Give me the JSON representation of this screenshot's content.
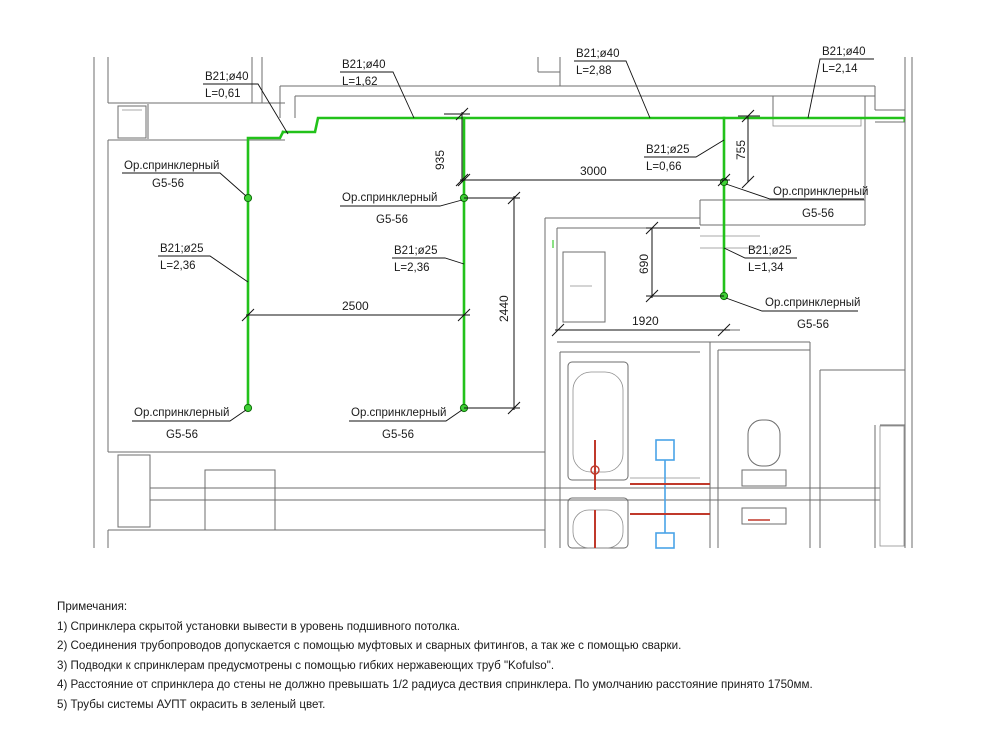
{
  "colors": {
    "pipe": "#22c21a",
    "wall": "#6d6d6d",
    "fixture_blue": "#4aa3e8",
    "fixture_red": "#c0392b"
  },
  "pipes": [
    {
      "id": "p1",
      "label": "B21;ø40",
      "length": "L=0,61"
    },
    {
      "id": "p2",
      "label": "B21;ø40",
      "length": "L=1,62"
    },
    {
      "id": "p3",
      "label": "B21;ø40",
      "length": "L=2,88"
    },
    {
      "id": "p4",
      "label": "B21;ø40",
      "length": "L=2,14"
    },
    {
      "id": "p5",
      "label": "B21;ø25",
      "length": "L=0,66"
    },
    {
      "id": "p6",
      "label": "B21;ø25",
      "length": "L=2,36"
    },
    {
      "id": "p7",
      "label": "B21;ø25",
      "length": "L=2,36"
    },
    {
      "id": "p8",
      "label": "B21;ø25",
      "length": "L=1,34"
    }
  ],
  "sprinklers": [
    {
      "id": "s1",
      "name": "Ор.спринклерный",
      "model": "G5-56"
    },
    {
      "id": "s2",
      "name": "Ор.спринклерный",
      "model": "G5-56"
    },
    {
      "id": "s3",
      "name": "Ор.спринклерный",
      "model": "G5-56"
    },
    {
      "id": "s4",
      "name": "Ор.спринклерный",
      "model": "G5-56"
    },
    {
      "id": "s5",
      "name": "Ор.спринклерный",
      "model": "G5-56"
    },
    {
      "id": "s6",
      "name": "Ор.спринклерный",
      "model": "G5-56"
    }
  ],
  "dimensions": {
    "d935": "935",
    "d3000": "3000",
    "d755": "755",
    "d690": "690",
    "d2500": "2500",
    "d2440": "2440",
    "d1920": "1920"
  },
  "notes": {
    "title": "Примечания:",
    "items": [
      "1) Спринклера скрытой установки вывести в уровень подшивного потолка.",
      "2) Соединения трубопроводов допускается с помощью муфтовых и сварных фитингов, а так же с помощью сварки.",
      "3) Подводки к спринклерам предусмотрены с помощью гибких нержавеющих труб \"Kofulso\".",
      "4) Расстояние от спринклера до стены не должно превышать 1/2 радиуса дествия спринклера. По умолчанию расстояние принято 1750мм.",
      "5) Трубы системы АУПТ окрасить в зеленый цвет."
    ]
  }
}
